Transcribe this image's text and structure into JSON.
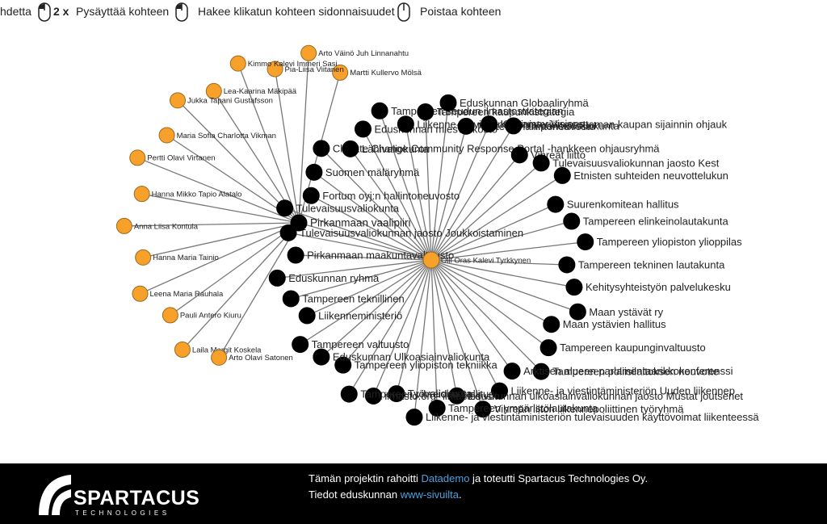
{
  "legend": [
    {
      "label": "hdetta",
      "icon": "mouse-icon"
    },
    {
      "label": "2 x",
      "icon": "mouse-double-click-icon"
    },
    {
      "label": "Pysäyttää kohteen",
      "icon": ""
    },
    {
      "label": "Hakee klikatun kohteen sidonnaisuudet",
      "icon": "mouse-icon"
    },
    {
      "label": "Poistaa kohteen",
      "icon": "mouse-icon"
    }
  ],
  "colors": {
    "person": "#f7a02a",
    "organization": "#000000",
    "edge": "#777777",
    "footer_link": "#4aa3df"
  },
  "hubs": [
    {
      "label": "Pirkanmaan vaalipiiri",
      "type": "organization"
    },
    {
      "label": "Olli Oras Kalevi Tyrkkynen",
      "type": "person"
    }
  ],
  "people": [
    {
      "label": "Martti Kullervo Mölsä"
    },
    {
      "label": "Arto Väinö Juh Linnanahtu"
    },
    {
      "label": "Pia-Liisa Viitanen"
    },
    {
      "label": "Kimmo Kalevi Immeri Sasi"
    },
    {
      "label": "Lea-Kaarina Mäkipää"
    },
    {
      "label": "Jukka Tapani Gustafsson"
    },
    {
      "label": "Maria Sofia Charlotta Vikman"
    },
    {
      "label": "Pertti Olavi Virtanen"
    },
    {
      "label": "Hanna Mikko Tapio Alatalo"
    },
    {
      "label": "Anna Liisa Kontula"
    },
    {
      "label": "Hanna Maria Tainio"
    },
    {
      "label": "Leena Maria Rauhala"
    },
    {
      "label": "Pauli Antero Kiuru"
    },
    {
      "label": "Laila Margit Koskela"
    },
    {
      "label": "Arto Olavi Satonen"
    }
  ],
  "organizations": [
    {
      "label": "Pirkanmaan maakuntavaltuusto"
    },
    {
      "label": "Tulevaisuusvaliokunnan jaosto Joukkoistaminen"
    },
    {
      "label": "Tulevaisuusvaliokunta"
    },
    {
      "label": "Fortum oyj:n hallintoneuvosto"
    },
    {
      "label": "Suomen mäläryhmä"
    },
    {
      "label": "Climate Change Community Response Portal -hankkeen ohjausryhmä"
    },
    {
      "label": "Lähivaliokunta"
    },
    {
      "label": "Eduskunnan miesverkosto"
    },
    {
      "label": "Tampereen seudun ilmastostrategian"
    },
    {
      "label": "Liikenne- ja viestintäministeriön asettaman kaupan sijainnin ohjauk"
    },
    {
      "label": "Tampereen kaupunkistrategia"
    },
    {
      "label": "Eduskunnan Globaaliryhmä"
    },
    {
      "label": "Nesteen hallintoneuvosto"
    },
    {
      "label": "Kuntamay Visions"
    },
    {
      "label": "Ympäristövaliokunta"
    },
    {
      "label": "Vihreät liitto"
    },
    {
      "label": "Tulevaisuusvaliokunnan jaosto Kest"
    },
    {
      "label": "Etnisten suhteiden neuvottelukun"
    },
    {
      "label": "Suurenkomitean hallitus"
    },
    {
      "label": "Tampereen elinkeinolautakunta"
    },
    {
      "label": "Tampereen yliopiston ylioppilas"
    },
    {
      "label": "Tampereen tekninen lautakunta"
    },
    {
      "label": "Kehitysyhteistyön palvelukesku"
    },
    {
      "label": "Maan ystävät ry"
    },
    {
      "label": "Maan ystävien hallitus"
    },
    {
      "label": "Tampereen kaupunginvaltuusto"
    },
    {
      "label": "Tampereen poliisilaitoksen neuvotte"
    },
    {
      "label": "Arktisen alueen parlamentaarikkokonferenssi"
    },
    {
      "label": "Liikenne- ja viestintäministeriön Uuden liikennep"
    },
    {
      "label": "Vihreän liiton liikennepoliittinen työryhmä"
    },
    {
      "label": "Eduskunnan ulkoasiainvaliokunnan jaosto Mustat joutsenet"
    },
    {
      "label": "Tampereen ympäristölautakunta"
    },
    {
      "label": "Liikenne- ja viestintäministeriön tulevaisuuden käyttövoimat liikenteessä"
    },
    {
      "label": "Työvaliokunta"
    },
    {
      "label": "ilmasto.org- ilmastosivut"
    },
    {
      "label": "Tampereen vihreiden hallitus"
    },
    {
      "label": "Tampereen yliopiston tekniikka"
    },
    {
      "label": "Eduskunnan Ulkoasiainvaliokunta"
    },
    {
      "label": "Tampereen valtuusto"
    },
    {
      "label": "Liikenneministeriö"
    },
    {
      "label": "Tampereen teknillinen"
    },
    {
      "label": "Eduskunnan ryhmä"
    }
  ],
  "footer": {
    "text_before": "Tämän projektin rahoitti ",
    "link1": "Datademo",
    "text_middle": " ja toteutti Spartacus Technologies Oy. Tiedot eduskunnan ",
    "link2": "www-sivuilta",
    "text_after": ".",
    "brand_name": "SPARTACUS",
    "brand_sub": "TECHNOLOGIES"
  }
}
